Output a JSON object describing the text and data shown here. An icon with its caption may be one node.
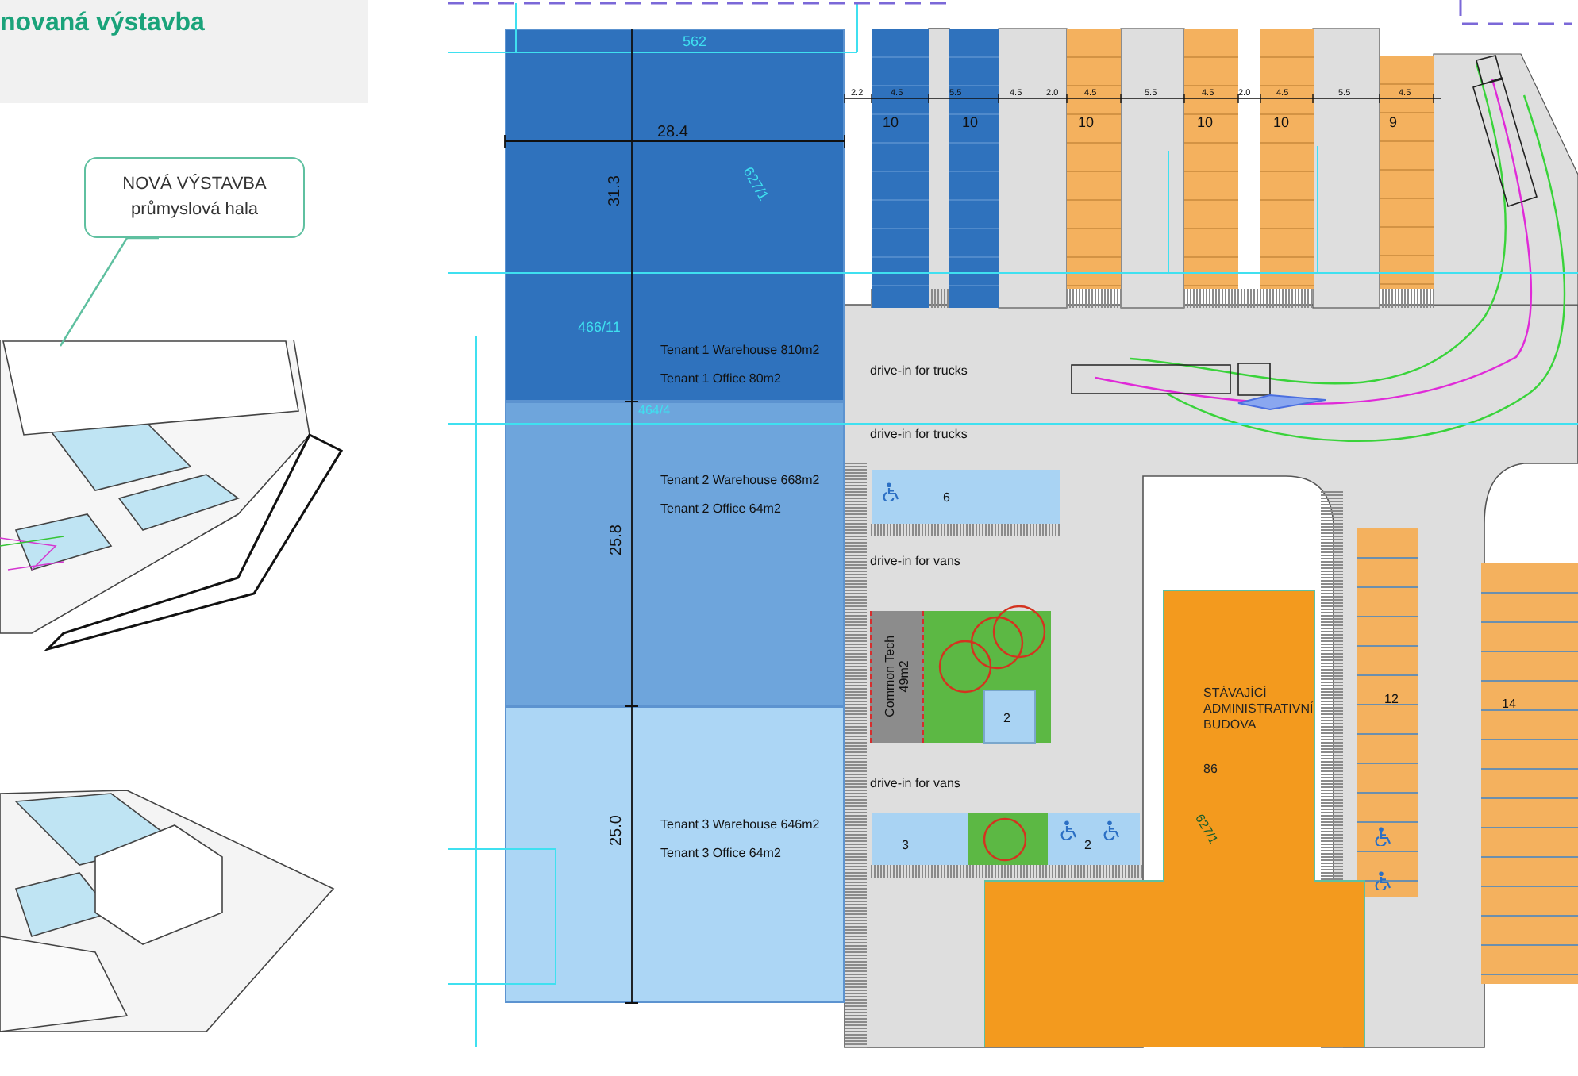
{
  "diagram": {
    "title": "novaná výstavba",
    "nodes": [
      {
        "text": [
          "NOVÁ VÝSTAVBA",
          "průmyslová hala"
        ]
      },
      {
        "text": [],
        "shape": "picture"
      },
      {
        "text": [
          "Tenant 1 Warehouse 810m2",
          "Tenant 1 Office 80m2"
        ]
      },
      {
        "text": [
          "Tenant 2 Warehouse 668m2",
          "Tenant 2 Office 64m2"
        ]
      },
      {
        "text": [
          "Tenant 3 Warehouse 646m2",
          "Tenant 3 Office 64m2"
        ]
      },
      {
        "text": [
          "Common Tech 49m2"
        ]
      },
      {
        "text": [
          "STÁVAJÍCÍ ADMINISTRATIVNÍ BUDOVA",
          "86"
        ]
      }
    ],
    "edges": [
      {
        "from": 0,
        "to": 1,
        "arrow": "none"
      }
    ],
    "labels": [
      "562",
      "2.2",
      "4.5",
      "5.5",
      "4.5",
      "2.0",
      "4.5",
      "5.5",
      "4.5",
      "2.0",
      "4.5",
      "5.5",
      "4.5",
      "10",
      "10",
      "10",
      "10",
      "10",
      "9",
      "28.4",
      "31.3",
      "627/1",
      "466/11",
      "drive-in for trucks",
      "464/4",
      "drive-in for trucks",
      "6",
      "25.8",
      "drive-in for vans",
      "2",
      "12",
      "14",
      "drive-in for vans",
      "25.0",
      "3",
      "2",
      "627/1"
    ]
  }
}
